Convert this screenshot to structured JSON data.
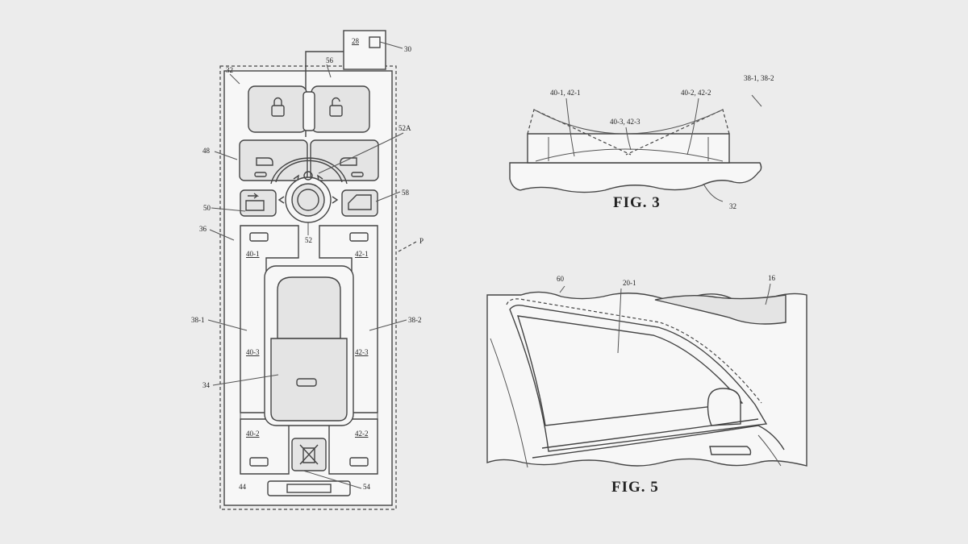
{
  "fig1": {
    "ref_32": "32",
    "ref_28": "28",
    "ref_30": "30",
    "ref_56": "56",
    "ref_48": "48",
    "ref_52a": "52A",
    "ref_50": "50",
    "ref_58": "58",
    "ref_36": "36",
    "ref_52": "52",
    "ref_p": "P",
    "ref_40_1": "40-1",
    "ref_42_1": "42-1",
    "ref_38_1": "38-1",
    "ref_38_2": "38-2",
    "ref_40_3": "40-3",
    "ref_42_3": "42-3",
    "ref_34": "34",
    "ref_40_2": "40-2",
    "ref_42_2": "42-2",
    "ref_44": "44",
    "ref_54": "54"
  },
  "fig3": {
    "caption": "FIG. 3",
    "ref_40_1_42_1": "40-1, 42-1",
    "ref_40_2_42_2": "40-2, 42-2",
    "ref_40_3_42_3": "40-3, 42-3",
    "ref_38_1_38_2": "38-1, 38-2",
    "ref_32": "32"
  },
  "fig5": {
    "caption": "FIG. 5",
    "ref_60": "60",
    "ref_20_1": "20-1",
    "ref_16": "16"
  }
}
